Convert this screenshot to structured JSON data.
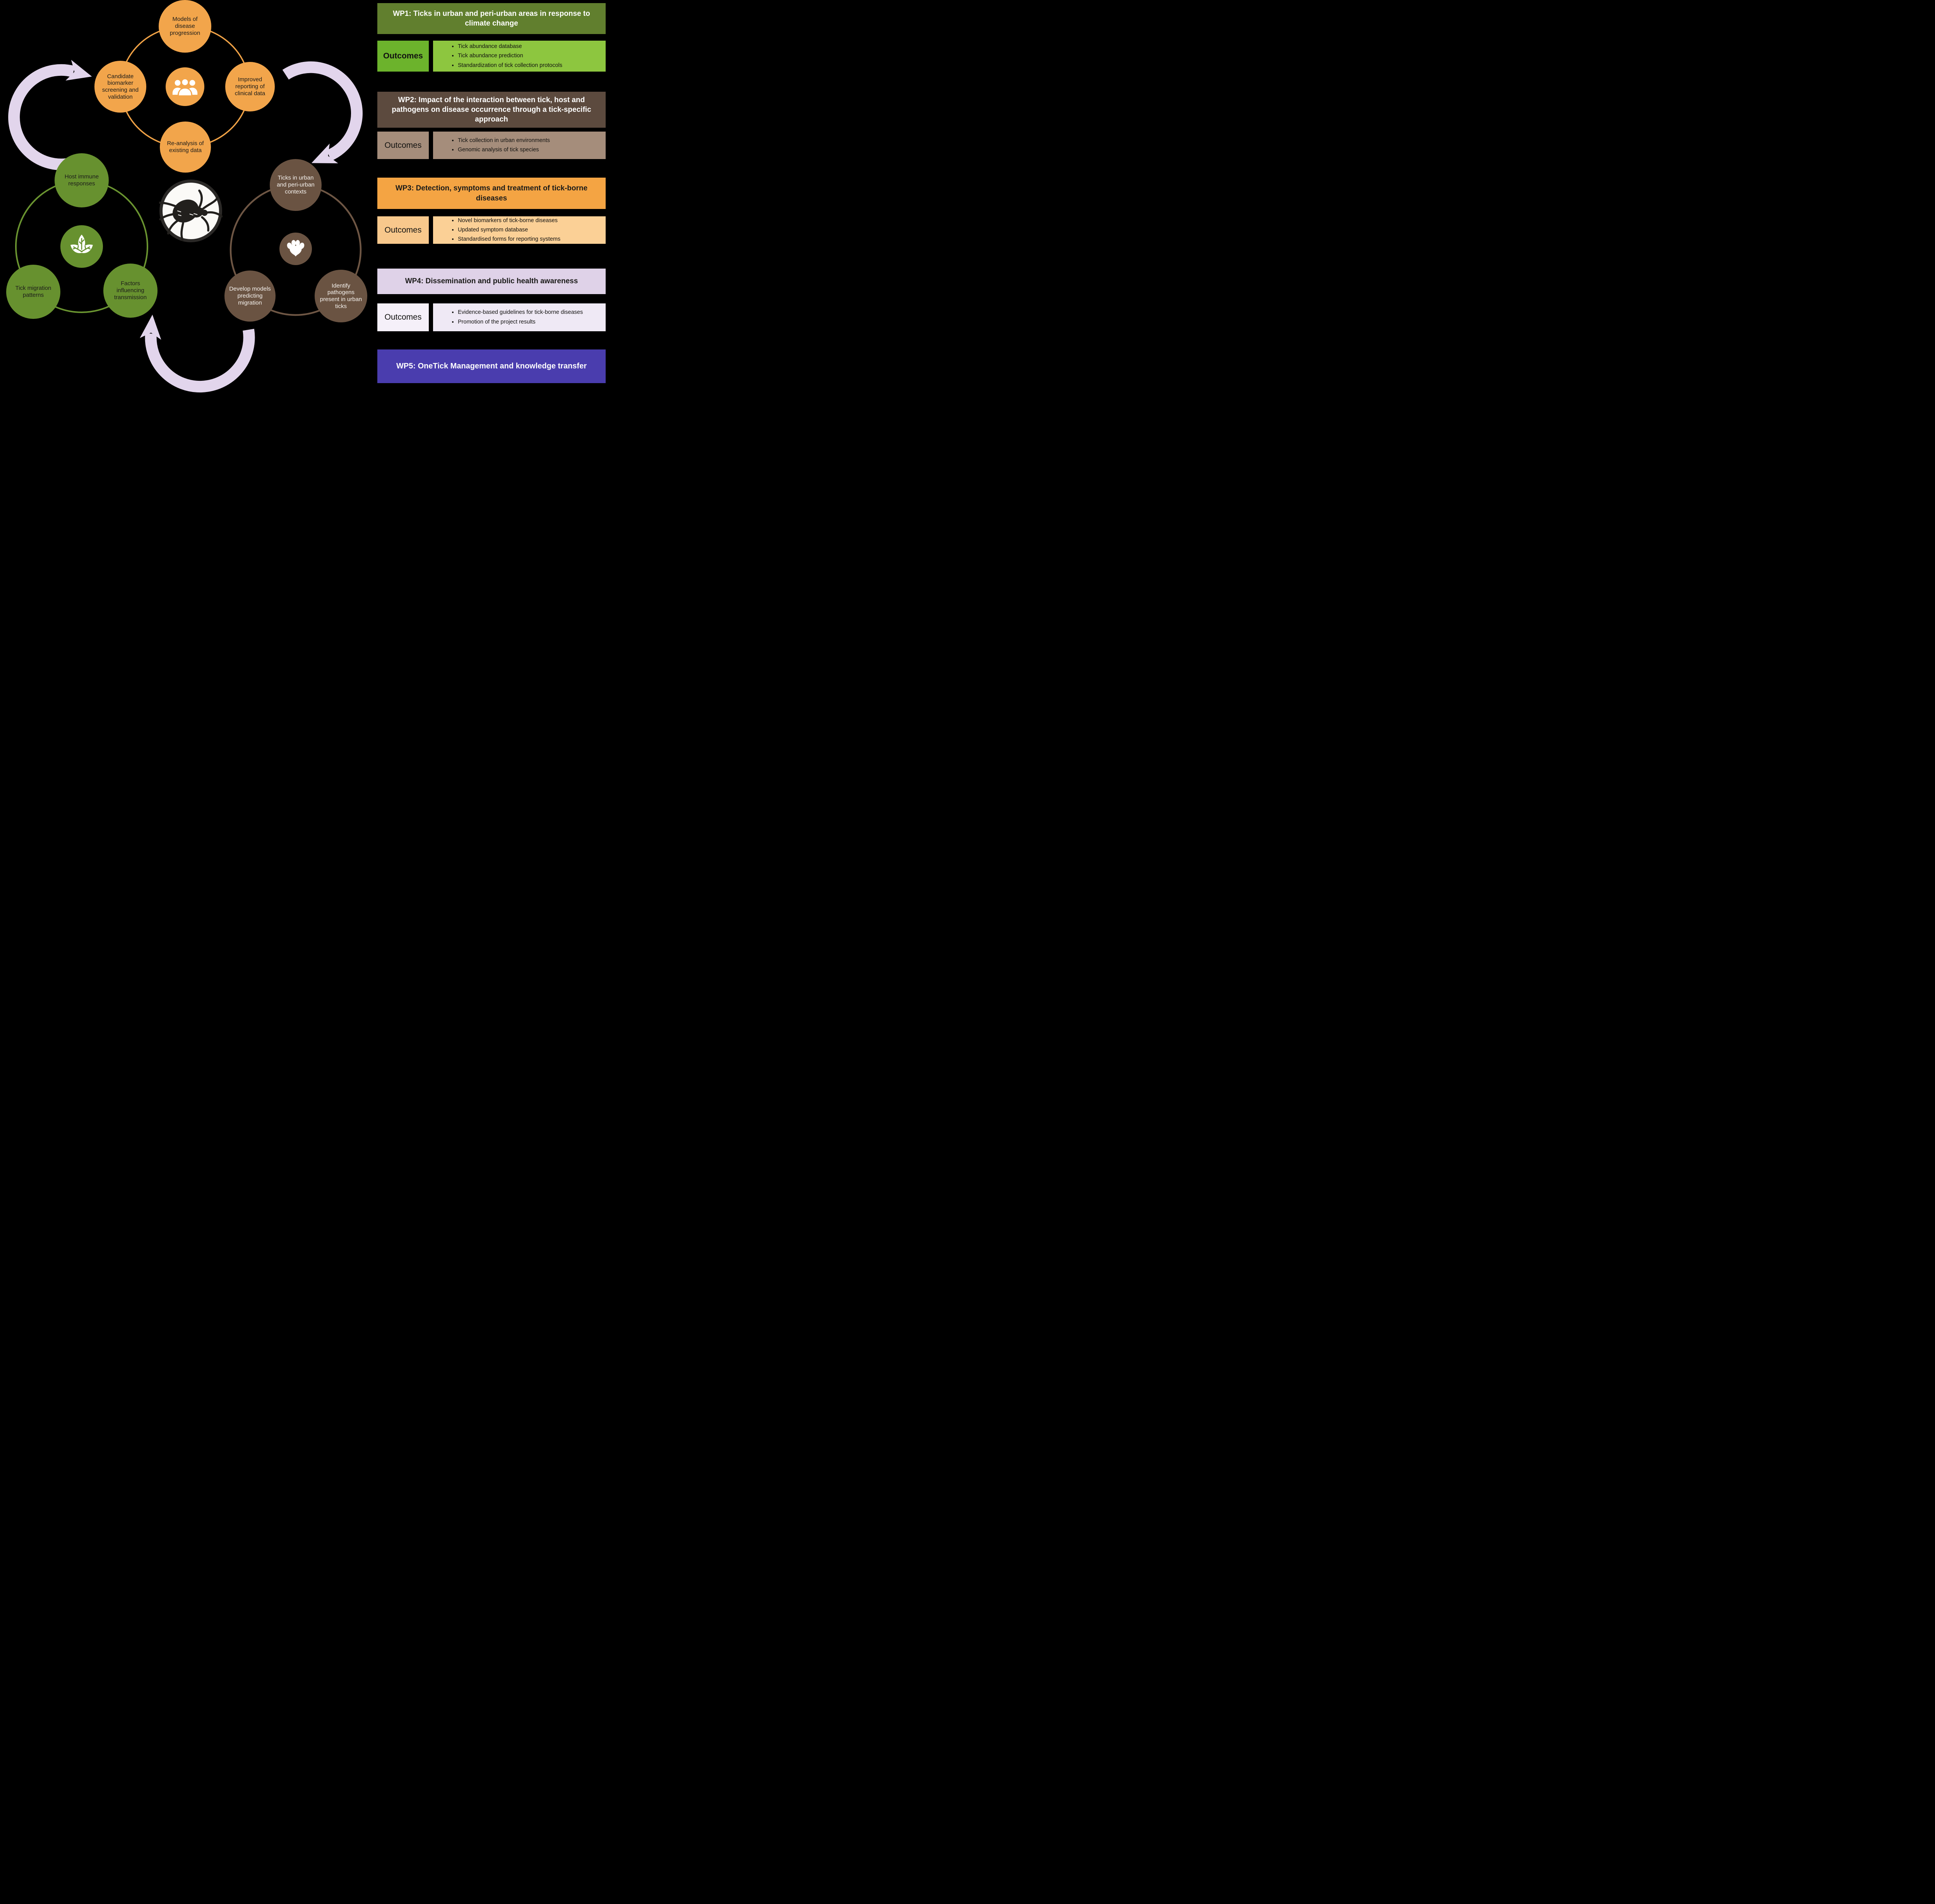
{
  "page": {
    "background": "#000000",
    "arrow_color": "#E2D5EC"
  },
  "diagram": {
    "center_icon": "tick-illustration",
    "clusters": [
      {
        "name": "clinical-data",
        "fill": "#F2A54B",
        "icon": "people-group-icon",
        "nodes": [
          "Models of disease progression",
          "Candidate biomarker screening and validation",
          "Improved reporting of clinical data",
          "Re-analysis of existing data"
        ]
      },
      {
        "name": "ecology",
        "fill": "#67912F",
        "icon": "leaf-icon",
        "nodes": [
          "Host immune responses",
          "Tick migration patterns",
          "Factors influencing transmission"
        ]
      },
      {
        "name": "urban-ticks",
        "fill": "#6A5342",
        "icon": "paw-icon",
        "nodes": [
          "Ticks in urban and peri-urban contexts",
          "Develop models predicting migration",
          "Identify pathogens present in urban ticks"
        ]
      }
    ]
  },
  "panels": [
    {
      "title": "WP1: Ticks in urban and peri-urban areas in response to climate change",
      "outcomes_label": "Outcomes",
      "items": [
        "Tick abundance database",
        "Tick abundance prediction",
        "Standardization of tick collection protocols"
      ],
      "header_bg": "#617F2E",
      "label_bg": "#6CB32C",
      "list_bg": "#8DC63F"
    },
    {
      "title": "WP2: Impact of the interaction between tick, host and pathogens on disease occurrence through a tick-specific approach",
      "outcomes_label": "Outcomes",
      "items": [
        "Tick collection in urban environments",
        "Genomic analysis of tick species"
      ],
      "header_bg": "#5C4A3E",
      "label_bg": "#A58D7B",
      "list_bg": "#A58D7B"
    },
    {
      "title": "WP3: Detection, symptoms and treatment of tick-borne diseases",
      "outcomes_label": "Outcomes",
      "items": [
        "Novel biomarkers of tick-borne diseases",
        "Updated symptom database",
        "Standardised forms for reporting systems"
      ],
      "header_bg": "#F4A443",
      "label_bg": "#F8C88C",
      "list_bg": "#FBD096"
    },
    {
      "title": "WP4: Dissemination and public health awareness",
      "outcomes_label": "Outcomes",
      "items": [
        "Evidence-based guidelines for tick-borne diseases",
        "Promotion of the project results"
      ],
      "header_bg": "#DFD2E8",
      "label_bg": "#F5F0F9",
      "list_bg": "#EFE9F5"
    },
    {
      "title": "WP5: OneTick Management and knowledge transfer",
      "header_bg": "#4A3DAE"
    }
  ]
}
